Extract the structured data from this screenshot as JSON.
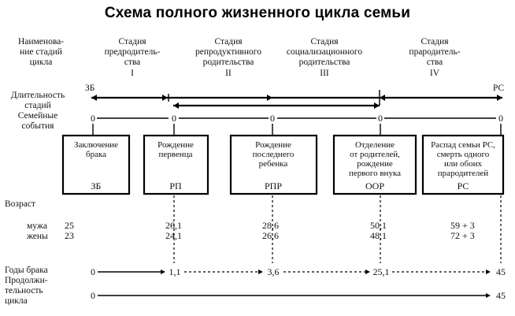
{
  "title": "Схема полного жизненного цикла семьи",
  "left_labels": {
    "stage_names": [
      "Наименова-",
      "ние стадий",
      "цикла"
    ],
    "duration": [
      "Длительность",
      "стадий"
    ],
    "events": [
      "Семейные",
      "события"
    ],
    "age": "Возраст",
    "husband": "мужа",
    "wife": "жены",
    "marriage_years": "Годы брака",
    "cycle_duration": [
      "Продолжи-",
      "тельность",
      "цикла"
    ]
  },
  "stages": [
    {
      "lines": [
        "Стадия",
        "предродитель-",
        "ства"
      ],
      "numeral": "I"
    },
    {
      "lines": [
        "Стадия",
        "репродуктивного",
        "родительства"
      ],
      "numeral": "II"
    },
    {
      "lines": [
        "Стадия",
        "социализационного",
        "родительства"
      ],
      "numeral": "III"
    },
    {
      "lines": [
        "Стадия",
        "прародитель-",
        "ства"
      ],
      "numeral": "IV"
    }
  ],
  "markers": {
    "start": "ЗБ",
    "end": "РС"
  },
  "zeros": [
    "0",
    "0",
    "0",
    "0",
    "0"
  ],
  "events": [
    {
      "lines": [
        "Заключение",
        "брака"
      ],
      "code": "ЗБ"
    },
    {
      "lines": [
        "Рожденне",
        "первенца"
      ],
      "code": "РП"
    },
    {
      "lines": [
        "Рождение",
        "последнего",
        "ребенка"
      ],
      "code": "РПР"
    },
    {
      "lines": [
        "Отделение",
        "от родителей,",
        "рождение",
        "первого внука"
      ],
      "code": "ООР"
    },
    {
      "lines": [
        "Распад семьи РС,",
        "смерть одного",
        "или обоих",
        "прародителей"
      ],
      "code": "РС"
    }
  ],
  "ages_husband": [
    "25",
    "26,1",
    "28,6",
    "50,1",
    "59 + 3"
  ],
  "ages_wife": [
    "23",
    "24,1",
    "26,6",
    "48,1",
    "72 + 3"
  ],
  "years": [
    "0",
    "1,1",
    "3,6",
    "25,1",
    "45"
  ],
  "cycle": {
    "start": "0",
    "end": "45"
  }
}
